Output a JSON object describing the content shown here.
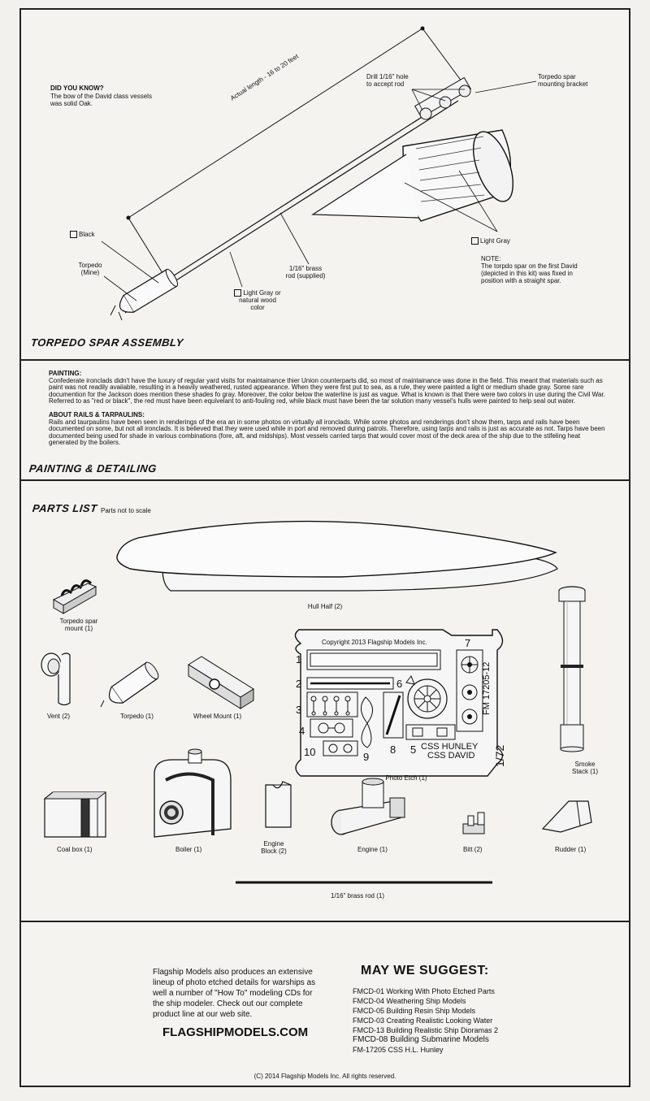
{
  "torpedo": {
    "did_you_know_title": "DID YOU KNOW?",
    "did_you_know_text": [
      "The bow of the David class vessels",
      "was solid Oak."
    ],
    "actual_length": "Actual length - 16 to 20 feet",
    "drill_note": [
      "Drill 1/16\" hole",
      "to accept rod"
    ],
    "bracket_label": [
      "Torpedo spar",
      "mounting bracket"
    ],
    "black_label": "Black",
    "torpedo_label": [
      "Torpedo",
      "(Mine)"
    ],
    "rod_label": [
      "1/16\" brass",
      "rod (supplied)"
    ],
    "light_gray_wood": [
      "Light Gray or",
      "natural wood",
      "color"
    ],
    "light_gray": "Light Gray",
    "note_title": "NOTE:",
    "note_text": [
      "The torpdo spar on the first David",
      "(depicted in this kit) was fixed in",
      "position with a straight spar."
    ],
    "section_title": "TORPEDO SPAR ASSEMBLY"
  },
  "painting": {
    "heading1": "PAINTING:",
    "text1": "Confederate ironclads didn't have the luxury of regular yard visits for maintainance thier Union counterparts did, so most of maintainance was done in the field. This meant that materials such as paint was not readily avaiiable, resulting in a heavily weathered, rusted appearance. When they were first put to sea, as a rule, they were painted a light or medium shade gray. Some rare documention for the Jackson does mention these shades fo gray. Moreover, the color below the waterline is just as vague. What is known is that there were two colors in use during the Civil War. Referred to as \"red or black\", the red must have been equivelant to anti-fouling red, while black must have been the tar solution many vessel's hulls were painted to help seal out water.",
    "heading2": "ABOUT RAILS & TARPAULINS:",
    "text2": "Rails and taurpaulins have been seen in renderings of the era an in some photos on virtually all ironclads. While some photos and renderings don't show them, tarps and rails have been documented on some, but not all ironclads. It is believed that they were used while in port and removed during patrols. Therefore, using tarps and rails is just as accurate as not. Tarps have been documented being used for shade in various combinations (fore, aft, and midships). Most vessels carried tarps that would cover most of the deck area of the ship due to the stifeling heat generated by the boilers.",
    "section_title": "PAINTING & DETAILING"
  },
  "parts": {
    "section_title": "PARTS LIST",
    "subtitle": "Parts not to scale",
    "hull": "Hull Half (2)",
    "spar_mount": [
      "Torpedo spar",
      "mount (1)"
    ],
    "vent": "Vent (2)",
    "torpedo": "Torpedo (1)",
    "wheel_mount": "Wheel Mount (1)",
    "photo_etch": "Photo Etch (1)",
    "smoke_stack": [
      "Smoke",
      "Stack (1)"
    ],
    "coal_box": "Coal box (1)",
    "boiler": "Boiler (1)",
    "engine_block": [
      "Engine",
      "Block (2)"
    ],
    "engine": "Engine (1)",
    "bitt": "Bitt (2)",
    "rudder": "Rudder (1)",
    "brass_rod": "1/16\" brass rod (1)",
    "pe_copyright": "Copyright 2013 Flagship Models Inc.",
    "pe_code": "FM 17205-12",
    "pe_ship1": "CSS HUNLEY",
    "pe_ship2": "CSS DAVID",
    "pe_scale": "1/72",
    "pe_numbers": [
      "1",
      "2",
      "3",
      "4",
      "5",
      "6",
      "7",
      "8",
      "9",
      "10"
    ]
  },
  "footer": {
    "promo": [
      "Flagship Models also produces an extensive",
      "lineup of photo etched details for warships as",
      "well a number of \"How To\" modeling CDs for",
      "the ship modeler. Check out our complete",
      "product line at our web site."
    ],
    "website": "FLAGSHIPMODELS.COM",
    "suggest_title": "MAY WE SUGGEST:",
    "suggest_items": [
      "FMCD-01  Working With Photo Etched Parts",
      "FMCD-04  Weathering Ship Models",
      "FMCD-05  Building Resin Ship Models",
      "FMCD-03  Creating Realistic Looking Water",
      "FMCD-13  Building Realistic Ship Dioramas 2",
      "FMCD-08  Building Submarine Models",
      "FM-17205  CSS H.L. Hunley"
    ],
    "copyright": "(C) 2014 Flagship Models Inc. All rights reserved."
  }
}
